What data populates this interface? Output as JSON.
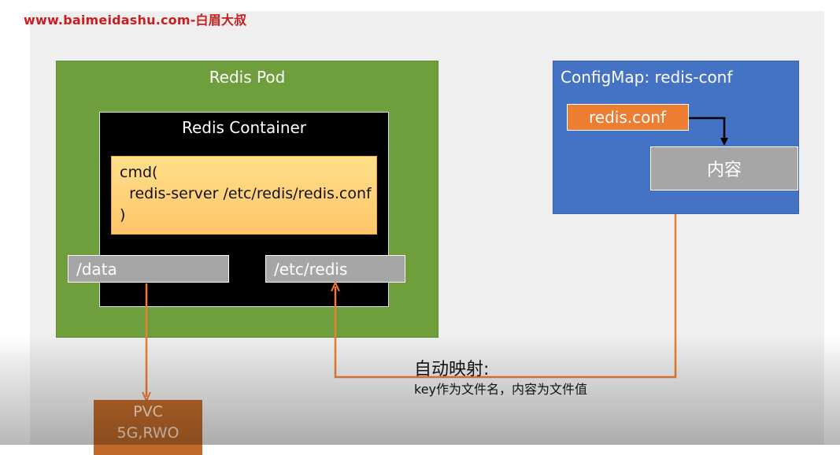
{
  "watermark": "www.baimeidashu.com-白眉大叔",
  "pod": {
    "title": "Redis Pod"
  },
  "container": {
    "title": "Redis Container",
    "cmd": "cmd(\n  redis-server /etc/redis/redis.conf\n)"
  },
  "mounts": {
    "data": "/data",
    "etc": "/etc/redis"
  },
  "configmap": {
    "title": "ConfigMap: redis-conf",
    "key": "redis.conf",
    "value": "内容"
  },
  "pvc": {
    "line1": "PVC",
    "line2": "5G,RWO"
  },
  "mapping": {
    "title": "自动映射:",
    "subtitle": "key作为文件名，内容为文件值"
  },
  "colors": {
    "pod_green": "#6e9f3c",
    "container_black": "#000000",
    "cmd_yellow": "#ffd27f",
    "mount_gray": "#a6a6a6",
    "configmap_blue": "#4472c4",
    "key_orange": "#ed7d31",
    "arrow_orange": "#ed7d31",
    "pvc_orange": "#c06a2a",
    "watermark_red": "#c81e1e"
  }
}
